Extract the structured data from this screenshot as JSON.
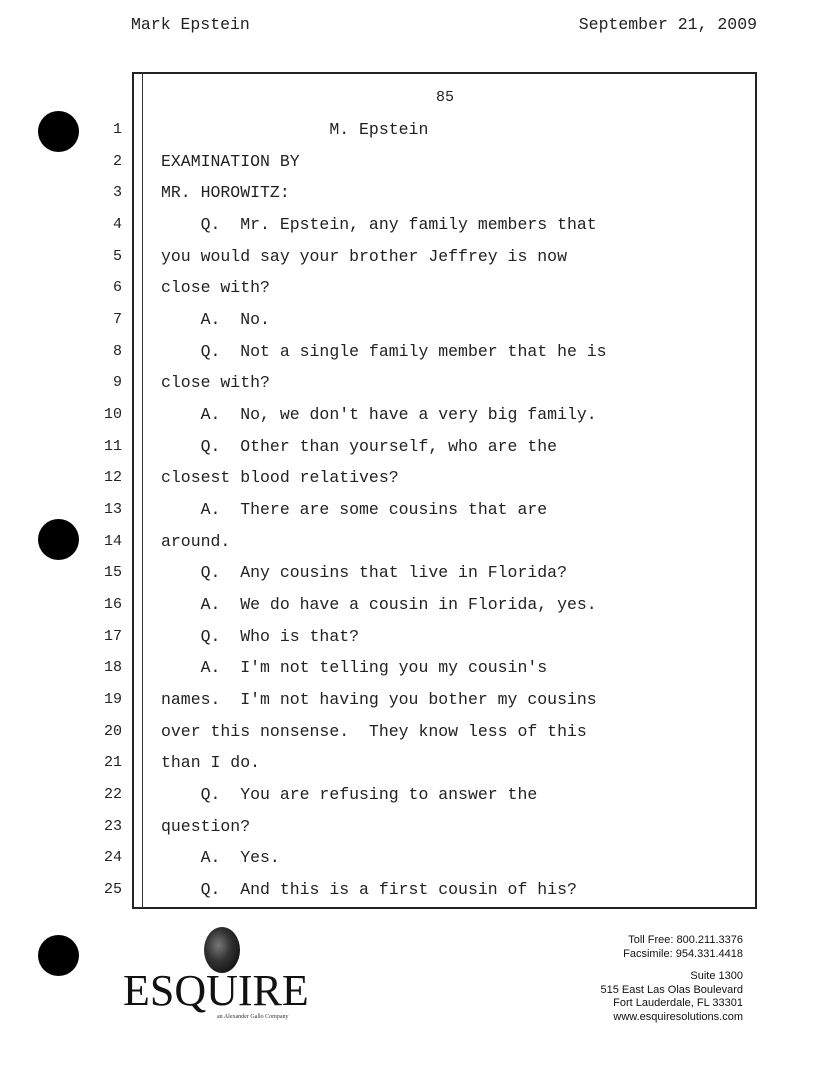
{
  "header": {
    "witness": "Mark Epstein",
    "date": "September 21, 2009"
  },
  "page_number": "85",
  "lines": [
    {
      "n": "1",
      "text": "                 M. Epstein"
    },
    {
      "n": "2",
      "text": "EXAMINATION BY"
    },
    {
      "n": "3",
      "text": "MR. HOROWITZ:"
    },
    {
      "n": "4",
      "text": "    Q.  Mr. Epstein, any family members that"
    },
    {
      "n": "5",
      "text": "you would say your brother Jeffrey is now"
    },
    {
      "n": "6",
      "text": "close with?"
    },
    {
      "n": "7",
      "text": "    A.  No."
    },
    {
      "n": "8",
      "text": "    Q.  Not a single family member that he is"
    },
    {
      "n": "9",
      "text": "close with?"
    },
    {
      "n": "10",
      "text": "    A.  No, we don't have a very big family."
    },
    {
      "n": "11",
      "text": "    Q.  Other than yourself, who are the"
    },
    {
      "n": "12",
      "text": "closest blood relatives?"
    },
    {
      "n": "13",
      "text": "    A.  There are some cousins that are"
    },
    {
      "n": "14",
      "text": "around."
    },
    {
      "n": "15",
      "text": "    Q.  Any cousins that live in Florida?"
    },
    {
      "n": "16",
      "text": "    A.  We do have a cousin in Florida, yes."
    },
    {
      "n": "17",
      "text": "    Q.  Who is that?"
    },
    {
      "n": "18",
      "text": "    A.  I'm not telling you my cousin's"
    },
    {
      "n": "19",
      "text": "names.  I'm not having you bother my cousins"
    },
    {
      "n": "20",
      "text": "over this nonsense.  They know less of this"
    },
    {
      "n": "21",
      "text": "than I do."
    },
    {
      "n": "22",
      "text": "    Q.  You are refusing to answer the"
    },
    {
      "n": "23",
      "text": "question?"
    },
    {
      "n": "24",
      "text": "    A.  Yes."
    },
    {
      "n": "25",
      "text": "    Q.  And this is a first cousin of his?"
    }
  ],
  "footer": {
    "logo_name": "ESQUIRE",
    "logo_tagline": "an Alexander Gallo Company",
    "toll_free": "Toll Free: 800.211.3376",
    "facsimile": "Facsimile: 954.331.4418",
    "suite": "Suite 1300",
    "street": "515 East Las Olas Boulevard",
    "city": "Fort Lauderdale, FL 33301",
    "website": "www.esquiresolutions.com"
  }
}
